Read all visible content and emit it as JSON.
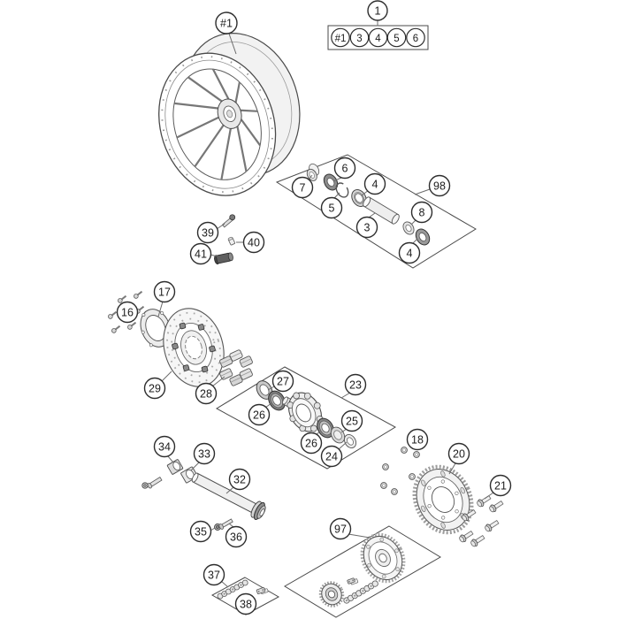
{
  "figure": {
    "background": "#ffffff",
    "line_color": "#4a4a4a",
    "callout_stroke": "#2d2d2d",
    "part_fill_light": "#ececec",
    "part_fill_dark": "#8c8c8c"
  },
  "legend": {
    "group": "1",
    "items": [
      "#1",
      "3",
      "4",
      "5",
      "6"
    ]
  },
  "callouts": {
    "front_group": "1",
    "wheel": "#1",
    "bearing_kit": "98",
    "seal_ring": "7",
    "bearing_left": "6",
    "snap_ring": "5",
    "bearing_mid": "4",
    "spacer_tube": "3",
    "spacer_bushing": "8",
    "bearing_right": "4",
    "valve_stem": "39",
    "valve_cap": "40",
    "valve": "41",
    "disc_bolts": "16",
    "disc_carrier": "17",
    "brake_disc": "29",
    "damper_rubbers": "28",
    "hub_kit": "23",
    "hub_bearing_top": "27",
    "hub_bearing_left": "26",
    "hub_bearing_right": "26",
    "hub_seal": "25",
    "hub_spacer": "24",
    "chain_adjuster_left": "34",
    "chain_adjuster_right": "33",
    "rear_axle": "32",
    "axle_nut": "35",
    "adjuster_bolt": "36",
    "sprocket_nuts": "18",
    "rear_sprocket": "20",
    "sprocket_bolts": "21",
    "drive_kit": "97",
    "chain": "37",
    "chain_master_link": "38"
  }
}
